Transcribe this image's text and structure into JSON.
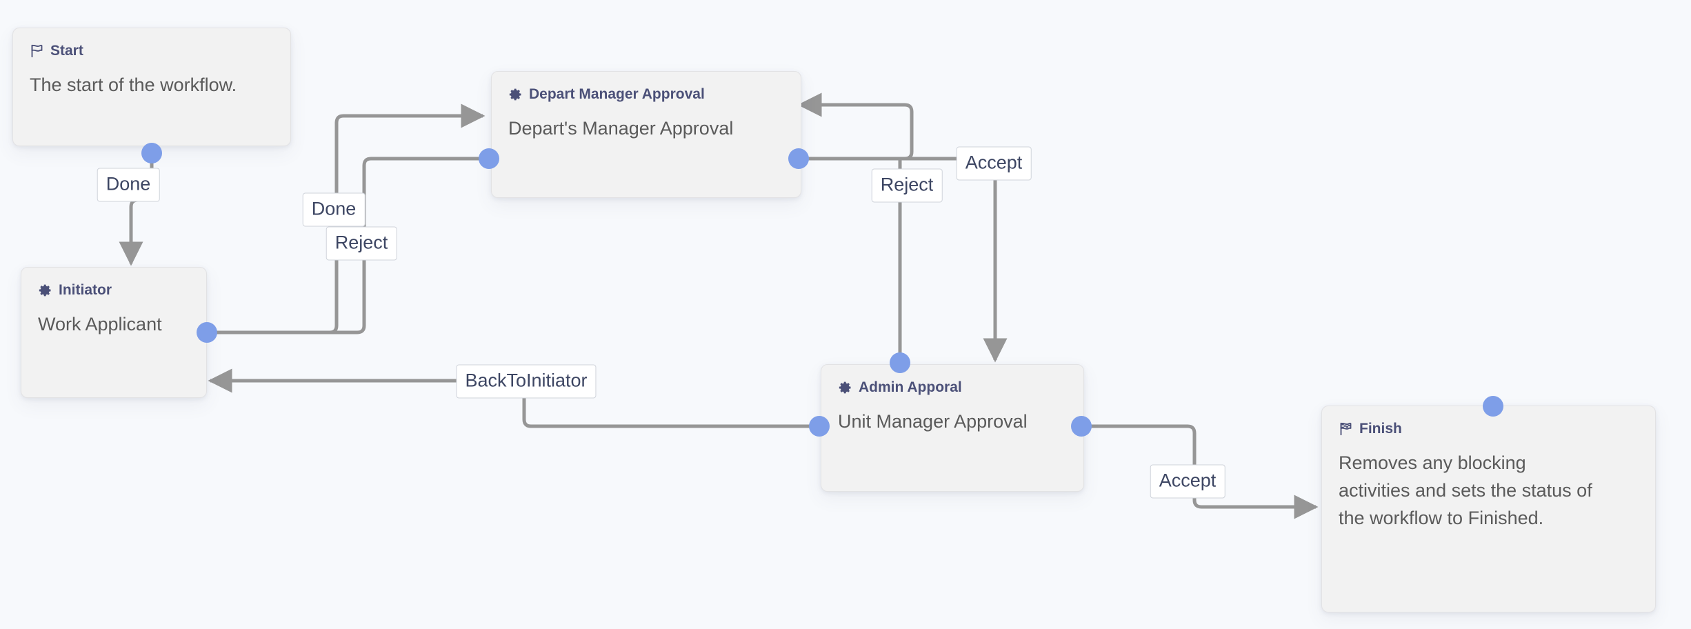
{
  "canvas": {
    "background_color": "#f7f9fc",
    "node_fill_color": "#f2f2f2",
    "handle_color": "#7e9ee8",
    "edge_color": "#969696",
    "title_color": "#4b5078",
    "label_text_color": "#3d4663"
  },
  "nodes": [
    {
      "id": "start",
      "icon": "flag-icon",
      "title": "Start",
      "description": "The start of the workflow."
    },
    {
      "id": "depart-manager-approval",
      "icon": "gear-icon",
      "title": "Depart Manager Approval",
      "description": "Depart's Manager Approval"
    },
    {
      "id": "initiator",
      "icon": "gear-icon",
      "title": "Initiator",
      "description": "Work Applicant"
    },
    {
      "id": "admin-apporal",
      "icon": "gear-icon",
      "title": "Admin Apporal",
      "description": "Unit Manager Approval"
    },
    {
      "id": "finish",
      "icon": "checkered-flag-icon",
      "title": "Finish",
      "description": "Removes any blocking\nactivities and sets the status of\nthe workflow to Finished."
    }
  ],
  "edge_labels": [
    {
      "id": "start-done",
      "text": "Done"
    },
    {
      "id": "initiator-done",
      "text": "Done"
    },
    {
      "id": "initiator-reject",
      "text": "Reject"
    },
    {
      "id": "depart-reject",
      "text": "Reject"
    },
    {
      "id": "depart-accept",
      "text": "Accept"
    },
    {
      "id": "admin-backtoinitiator",
      "text": "BackToInitiator"
    },
    {
      "id": "admin-accept",
      "text": "Accept"
    }
  ]
}
